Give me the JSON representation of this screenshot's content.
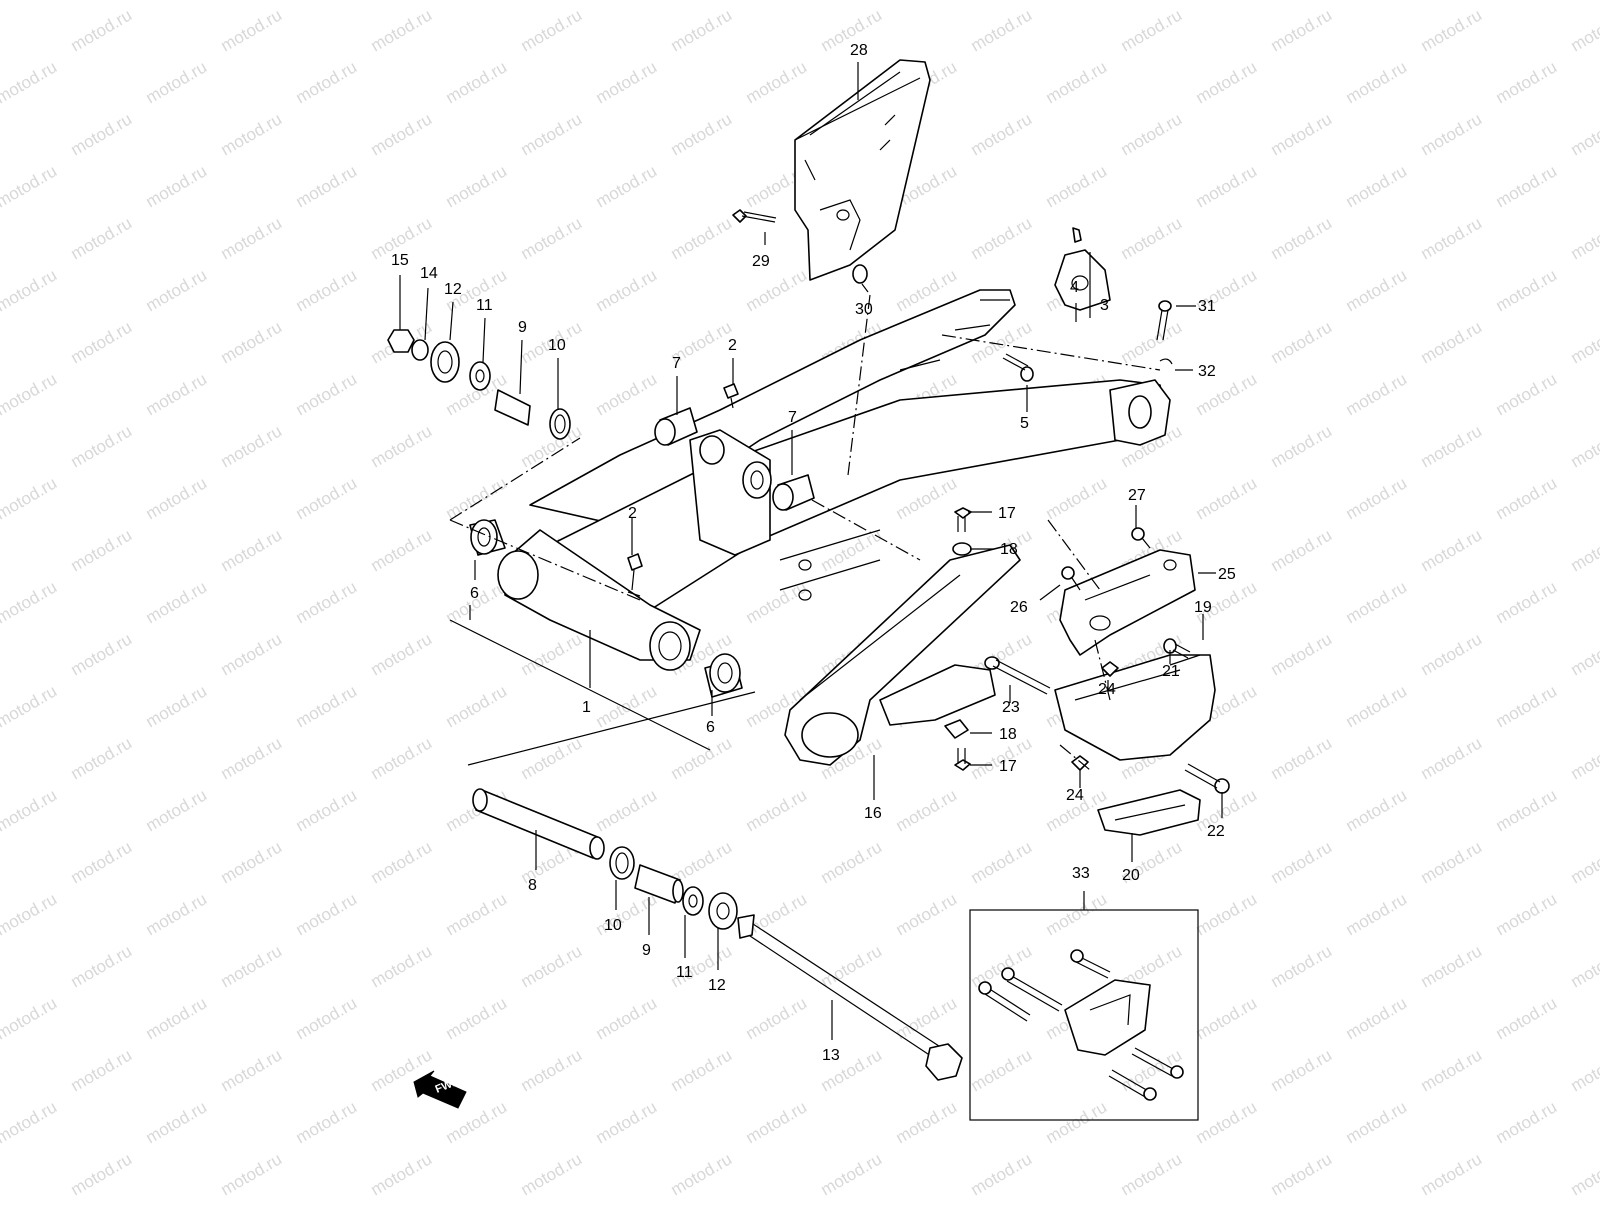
{
  "watermark": {
    "text": "motod.ru",
    "color": "#d8d8d8"
  },
  "fwd_label": "FWD",
  "callouts": [
    {
      "id": "c28",
      "label": "28"
    },
    {
      "id": "c29",
      "label": "29"
    },
    {
      "id": "c30",
      "label": "30"
    },
    {
      "id": "c15",
      "label": "15"
    },
    {
      "id": "c14",
      "label": "14"
    },
    {
      "id": "c12a",
      "label": "12"
    },
    {
      "id": "c11a",
      "label": "11"
    },
    {
      "id": "c9a",
      "label": "9"
    },
    {
      "id": "c10a",
      "label": "10"
    },
    {
      "id": "c7a",
      "label": "7"
    },
    {
      "id": "c2a",
      "label": "2"
    },
    {
      "id": "c7b",
      "label": "7"
    },
    {
      "id": "c4",
      "label": "4"
    },
    {
      "id": "c3",
      "label": "3"
    },
    {
      "id": "c31",
      "label": "31"
    },
    {
      "id": "c32",
      "label": "32"
    },
    {
      "id": "c5",
      "label": "5"
    },
    {
      "id": "c2b",
      "label": "2"
    },
    {
      "id": "c6a",
      "label": "6"
    },
    {
      "id": "c17a",
      "label": "17"
    },
    {
      "id": "c18a",
      "label": "18"
    },
    {
      "id": "c27",
      "label": "27"
    },
    {
      "id": "c25",
      "label": "25"
    },
    {
      "id": "c26",
      "label": "26"
    },
    {
      "id": "c19",
      "label": "19"
    },
    {
      "id": "c21",
      "label": "21"
    },
    {
      "id": "c24a",
      "label": "24"
    },
    {
      "id": "c23",
      "label": "23"
    },
    {
      "id": "c1",
      "label": "1"
    },
    {
      "id": "c6b",
      "label": "6"
    },
    {
      "id": "c18b",
      "label": "18"
    },
    {
      "id": "c17b",
      "label": "17"
    },
    {
      "id": "c24b",
      "label": "24"
    },
    {
      "id": "c22",
      "label": "22"
    },
    {
      "id": "c16",
      "label": "16"
    },
    {
      "id": "c20",
      "label": "20"
    },
    {
      "id": "c8",
      "label": "8"
    },
    {
      "id": "c33",
      "label": "33"
    },
    {
      "id": "c10b",
      "label": "10"
    },
    {
      "id": "c9b",
      "label": "9"
    },
    {
      "id": "c11b",
      "label": "11"
    },
    {
      "id": "c12b",
      "label": "12"
    },
    {
      "id": "c13",
      "label": "13"
    }
  ]
}
